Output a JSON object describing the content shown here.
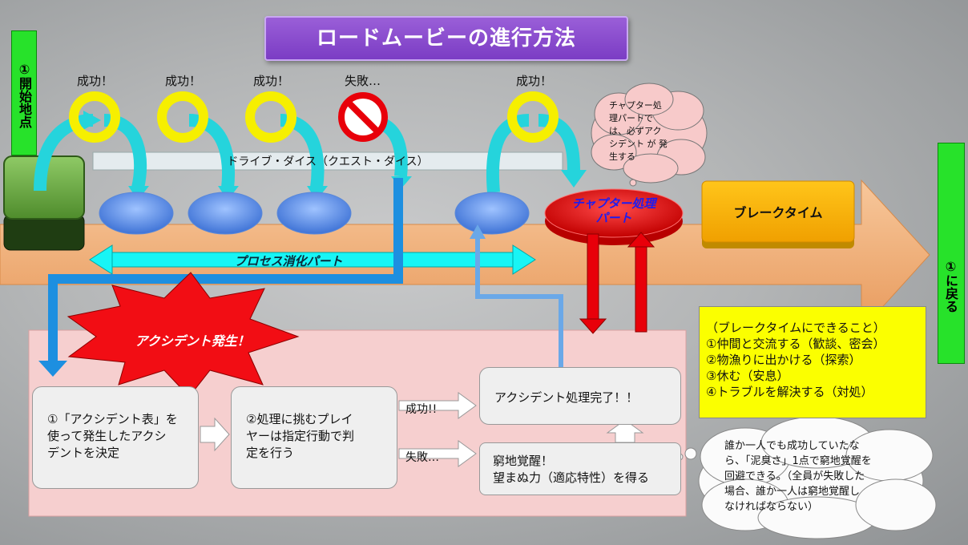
{
  "title": "ロードムービーの進行方法",
  "start_label": "①開始地点",
  "return_label": "①に戻る",
  "checks": [
    {
      "label": "成功！",
      "result": "success"
    },
    {
      "label": "成功！",
      "result": "success"
    },
    {
      "label": "成功！",
      "result": "success"
    },
    {
      "label": "失敗…",
      "result": "failure"
    },
    {
      "label": "成功！",
      "result": "success"
    }
  ],
  "drive_dice_label": "ドライブ・ダイス（クエスト・ダイス）",
  "process_label": "プロセス消化パート",
  "chapter_label_line1": "チャプター処理",
  "chapter_label_line2": "パート",
  "chapter_bubble": [
    "チャプター処",
    "理パートで",
    "は、必ずアク",
    "シデント が 発",
    "生する"
  ],
  "break_label": "ブレークタイム",
  "accident_label": "アクシデント発生！",
  "break_box": {
    "heading": "（ブレークタイムにできること）",
    "items": [
      "①仲間と交流する（歓談、密会）",
      "②物漁りに出かける（探索）",
      "③休む（安息）",
      "④トラブルを解決する（対処）"
    ]
  },
  "step1": [
    "①「アクシデント表」を",
    "使って発生したアクシ",
    "デントを決定"
  ],
  "step2": [
    "②処理に挑むプレイ",
    "ヤーは指定行動で判",
    "定を行う"
  ],
  "success_label": "成功!!",
  "fail_label": "失敗…",
  "complete_label": "アクシデント処理完了！！",
  "despair": [
    "窮地覚醒！",
    "望まぬ力（適応特性）を得る"
  ],
  "cloud_note": [
    "誰か一人でも成功していたな",
    "ら、「泥臭さ」1点で窮地覚醒を",
    "回避できる。（全員が失敗した",
    "場合、誰か一人は窮地覚醒し",
    "なければならない）"
  ],
  "colors": {
    "accent_purple": "#7b3cc4",
    "cyan": "#00e5e5",
    "red": "#e8000a",
    "orange_band": "#f2b07a",
    "green": "#27e22a",
    "yellow": "#fbff00"
  }
}
